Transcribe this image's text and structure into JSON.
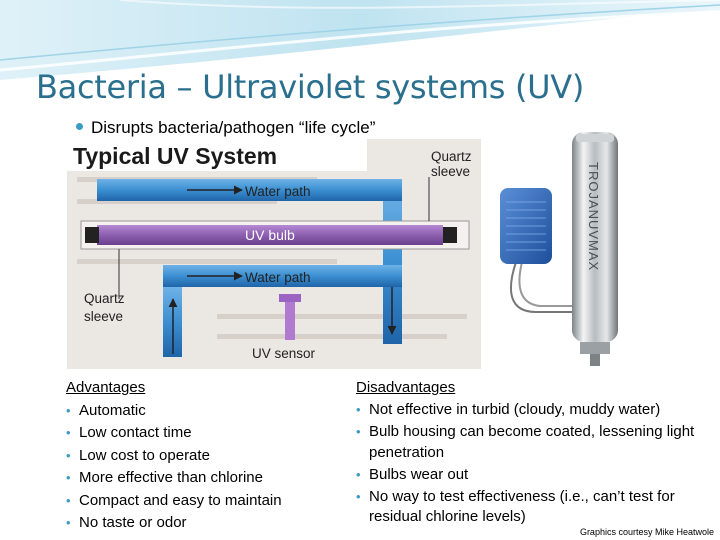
{
  "slide": {
    "title": "Bacteria – Ultraviolet systems (UV)",
    "main_bullet": "Disrupts bacteria/pathogen “life cycle”"
  },
  "diagram": {
    "heading": "Typical UV System",
    "labels": {
      "quartz_sleeve_top": [
        "Quartz",
        "sleeve"
      ],
      "water_path_top": "Water path",
      "uv_bulb": "UV bulb",
      "water_path_bottom": "Water path",
      "quartz_sleeve_bottom": [
        "Quartz",
        "sleeve"
      ],
      "uv_sensor": "UV sensor"
    }
  },
  "device_photo": {
    "brand_text": "TROJANUVMAX"
  },
  "advantages": {
    "header": "Advantages",
    "items": [
      "Automatic",
      "Low contact time",
      "Low cost to operate",
      "More effective than chlorine",
      "Compact and easy to maintain",
      "No taste or odor"
    ]
  },
  "disadvantages": {
    "header": "Disadvantages",
    "items": [
      "Not effective in turbid (cloudy, muddy water)",
      "Bulb housing can become coated, lessening light penetration",
      "Bulbs wear out",
      "No way to test effectiveness (i.e., can’t test for residual chlorine levels)"
    ]
  },
  "credit": "Graphics courtesy Mike Heatwole",
  "colors": {
    "title": "#2a6f8e",
    "accent": "#3a9cc4",
    "pipe": "#3b8fd1",
    "pipe_dark": "#1f64a8",
    "bulb": "#8d5fb0",
    "sensor": "#b07ad0",
    "diagram_bg": "#ebe7e3"
  }
}
